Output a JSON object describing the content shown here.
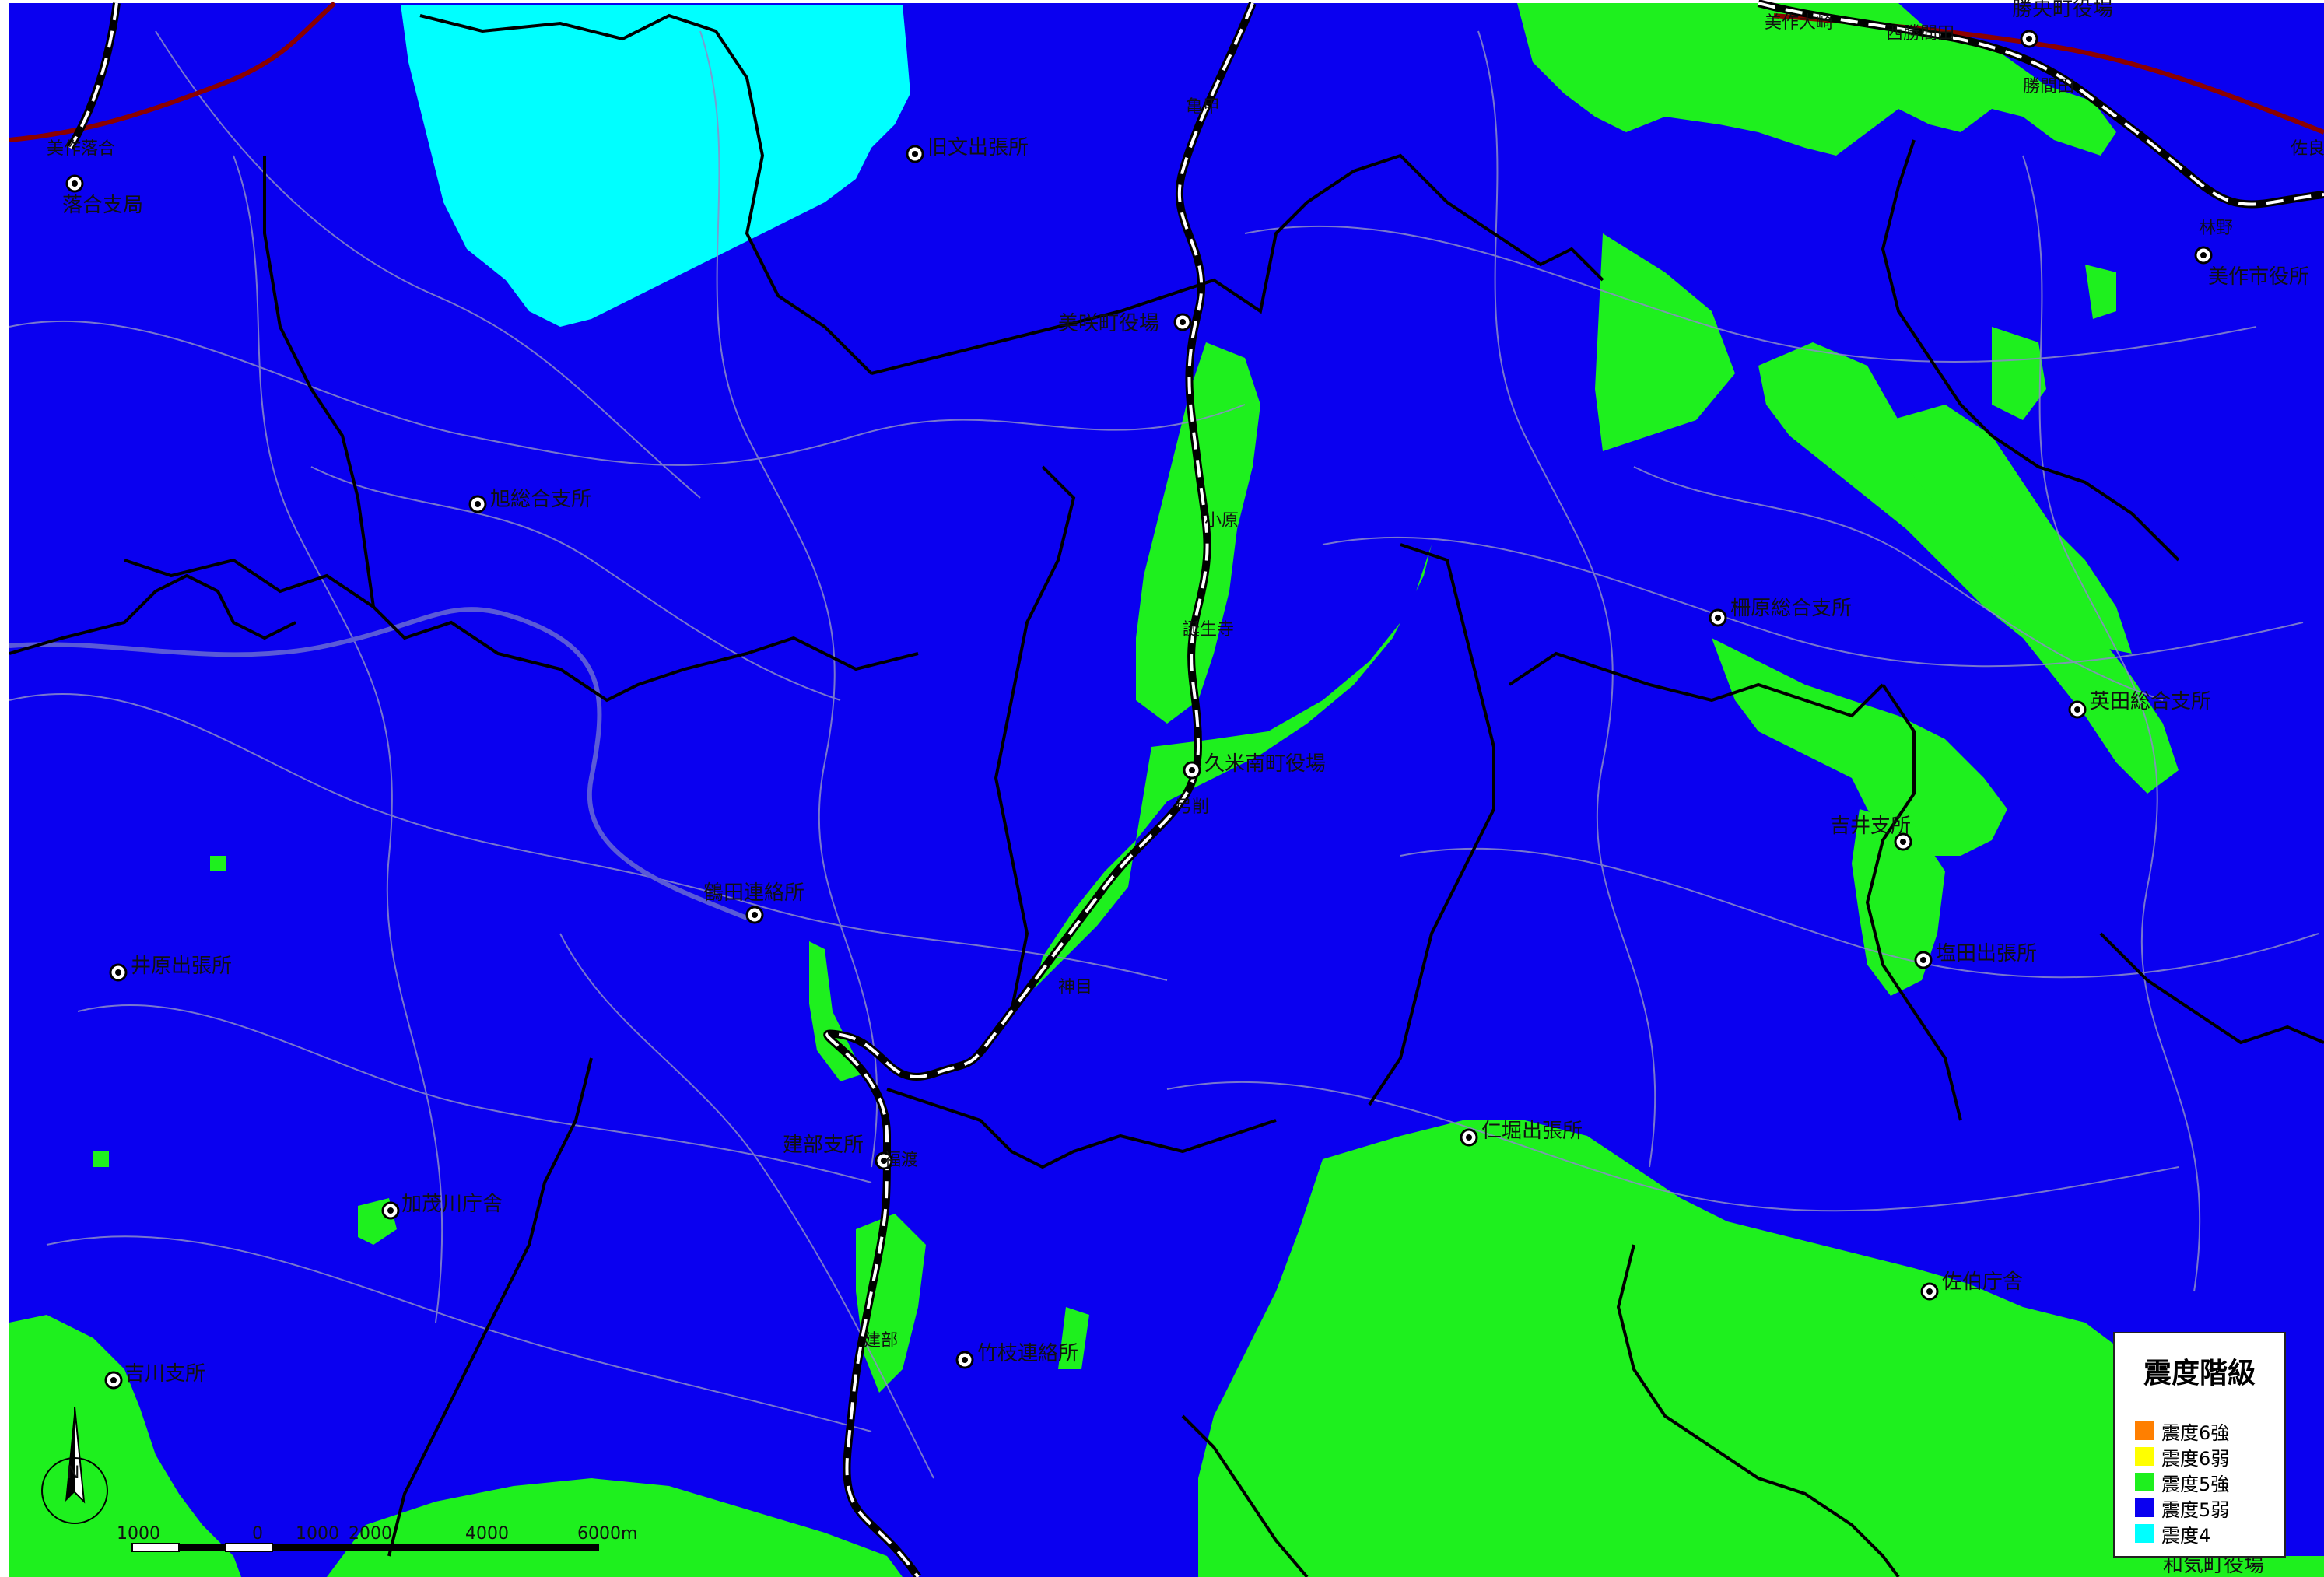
{
  "colors": {
    "base": "#0a00f0",
    "shindo_5_strong": "#1ef01e",
    "shindo_4": "#00ffff",
    "border": "#000000",
    "road": "#8c8cc8",
    "highway": "#8b0000"
  },
  "places": [
    {
      "label": "落合支局"
    },
    {
      "label": "旭総合支所"
    },
    {
      "label": "鶴田連絡所"
    },
    {
      "label": "井原出張所"
    },
    {
      "label": "加茂川庁舎"
    },
    {
      "label": "吉川支所"
    },
    {
      "label": "建部支所"
    },
    {
      "label": "竹枝連絡所"
    },
    {
      "label": "美咲町役場"
    },
    {
      "label": "久米南町役場"
    },
    {
      "label": "仁堀出張所"
    },
    {
      "label": "柵原総合支所"
    },
    {
      "label": "英田総合支所"
    },
    {
      "label": "吉井支所"
    },
    {
      "label": "塩田出張所"
    },
    {
      "label": "佐伯庁舎"
    },
    {
      "label": "美作市役所"
    },
    {
      "label": "勝央町役場"
    },
    {
      "label": "和気町役場"
    },
    {
      "label": "旧文出張所"
    }
  ],
  "stations": [
    {
      "label": "美作落合"
    },
    {
      "label": "誕生寺"
    },
    {
      "label": "小原"
    },
    {
      "label": "弓削"
    },
    {
      "label": "神目"
    },
    {
      "label": "福渡"
    },
    {
      "label": "建部"
    },
    {
      "label": "亀甲"
    },
    {
      "label": "美作大崎"
    },
    {
      "label": "西勝間田"
    },
    {
      "label": "勝間田"
    },
    {
      "label": "林野"
    },
    {
      "label": "佐良山"
    }
  ],
  "scale_bar": {
    "ticks": [
      "1000",
      "0",
      "1000",
      "2000",
      "4000",
      "6000m"
    ]
  },
  "north_arrow": {
    "label": "N"
  },
  "legend": {
    "title": "震度階級",
    "items": [
      {
        "label": "震度6強",
        "color": "#ff7f00"
      },
      {
        "label": "震度6弱",
        "color": "#ffff00"
      },
      {
        "label": "震度5強",
        "color": "#1ef01e"
      },
      {
        "label": "震度5弱",
        "color": "#0a00f0"
      },
      {
        "label": "震度4",
        "color": "#00ffff"
      }
    ]
  }
}
